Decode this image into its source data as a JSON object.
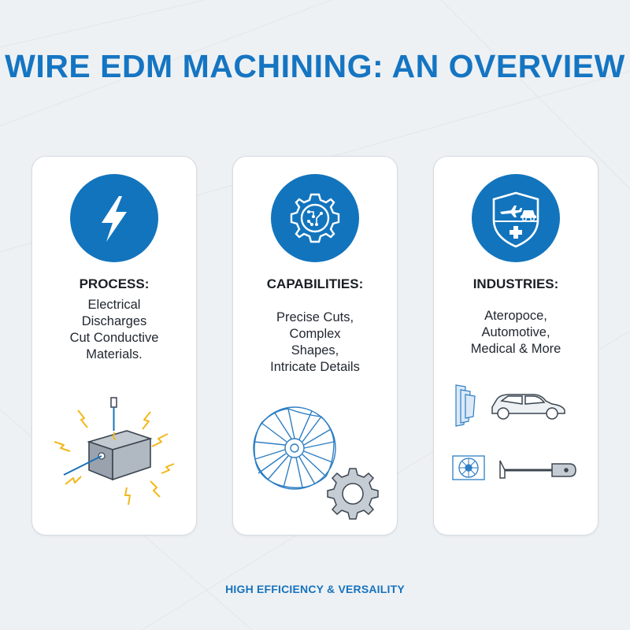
{
  "title": "WIRE EDM MACHINING: AN OVERVIEW",
  "cards": [
    {
      "heading": "PROCESS:",
      "lines": [
        "Electrical",
        "Discharges",
        "Cut Conductive",
        "Materials."
      ],
      "icon": "lightning-bolt-icon"
    },
    {
      "heading": "CAPABILITIES:",
      "lines": [
        "Precise Cuts,",
        "Complex",
        "Shapes,",
        "Intricate Details"
      ],
      "icon": "circuit-gear-icon"
    },
    {
      "heading": "INDUSTRIES:",
      "lines": [
        "Ateropoce,",
        "Automotive,",
        "Medical & More"
      ],
      "icon": "industry-shield-icon"
    }
  ],
  "footer": "HIGH EFFICIENCY & VERSAILITY",
  "colors": {
    "accent": "#1575c2",
    "spark": "#f2b81c",
    "background": "#eef1f4"
  }
}
